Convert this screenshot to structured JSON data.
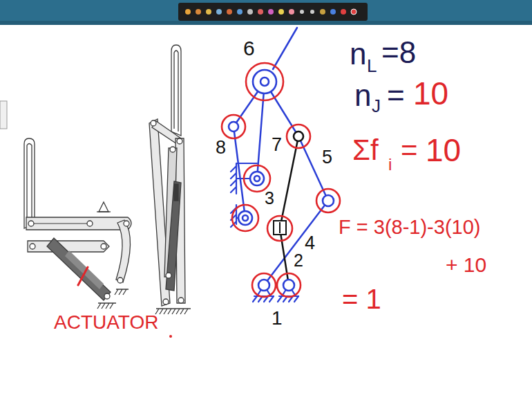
{
  "diagram": {
    "labels": [
      "6",
      "8",
      "7",
      "5",
      "3",
      "4",
      "2",
      "1",
      "n",
      "L",
      "=8",
      "n",
      "J",
      "=",
      "10",
      "Σf",
      "i",
      "=",
      "10",
      "F = 3(8-1)-3(10)",
      "+ 10",
      "= 1",
      "ACTUATOR"
    ]
  }
}
